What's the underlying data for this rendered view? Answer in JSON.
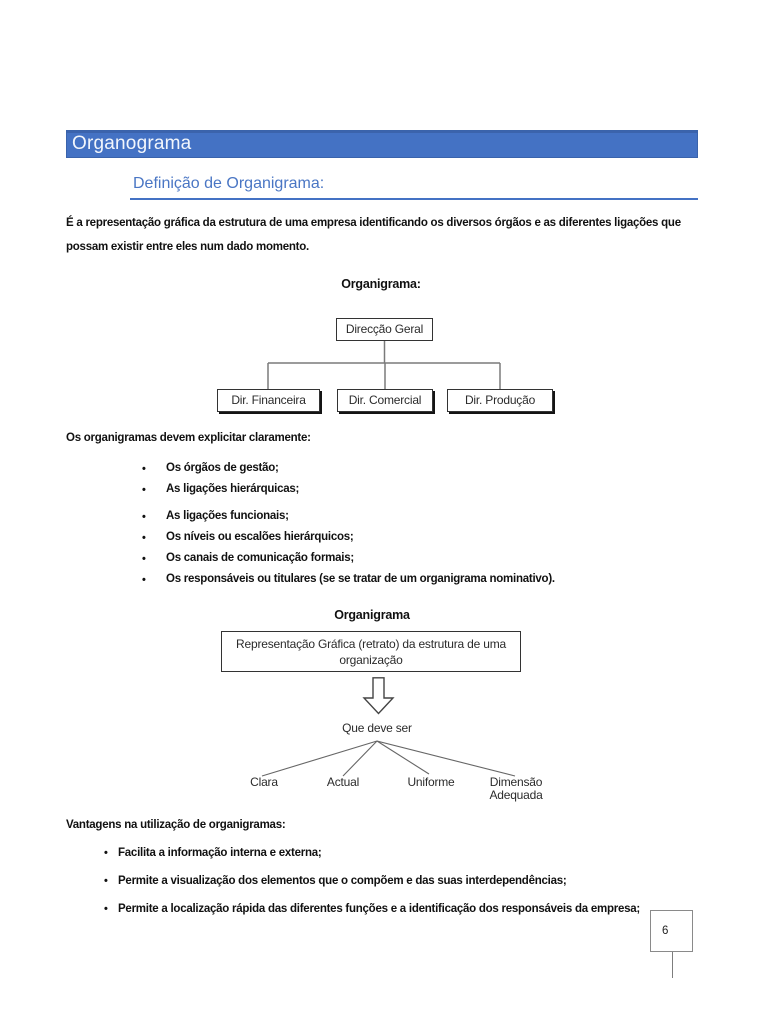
{
  "accent_color": "#4472C4",
  "header": {
    "title": "Organograma"
  },
  "subtitle": {
    "label": "Definição de Organigrama:"
  },
  "intro": "É a representação gráfica da estrutura de uma empresa identificando os diversos órgãos e as diferentes ligações que possam existir entre eles num dado momento.",
  "diagram1": {
    "title": "Organigrama:",
    "root": "Direcção Geral",
    "children": [
      "Dir. Financeira",
      "Dir. Comercial",
      "Dir. Produção"
    ]
  },
  "list1": {
    "intro": "Os organigramas devem explicitar claramente:",
    "bullet": "•",
    "items": [
      "Os órgãos de gestão;",
      "As ligações hierárquicas;",
      "As ligações funcionais;",
      "Os níveis ou escalões hierárquicos;",
      "Os canais de comunicação formais;",
      "Os responsáveis ou titulares (se se tratar de um organigrama nominativo)."
    ]
  },
  "diagram2": {
    "title": "Organigrama",
    "box": "Representação Gráfica (retrato) da estrutura de uma organização",
    "arrow_label": "Que deve ser",
    "leaves": [
      "Clara",
      "Actual",
      "Uniforme",
      "Dimensão Adequada"
    ]
  },
  "list2": {
    "intro": "Vantagens na utilização de organigramas:",
    "bullet": "•",
    "items": [
      "Facilita a informação interna e externa;",
      "Permite a visualização dos elementos que o compõem e das suas interdependências;",
      "Permite a localização rápida das diferentes funções e a identificação dos responsáveis da empresa;"
    ]
  },
  "footer": {
    "page_number": "6"
  }
}
